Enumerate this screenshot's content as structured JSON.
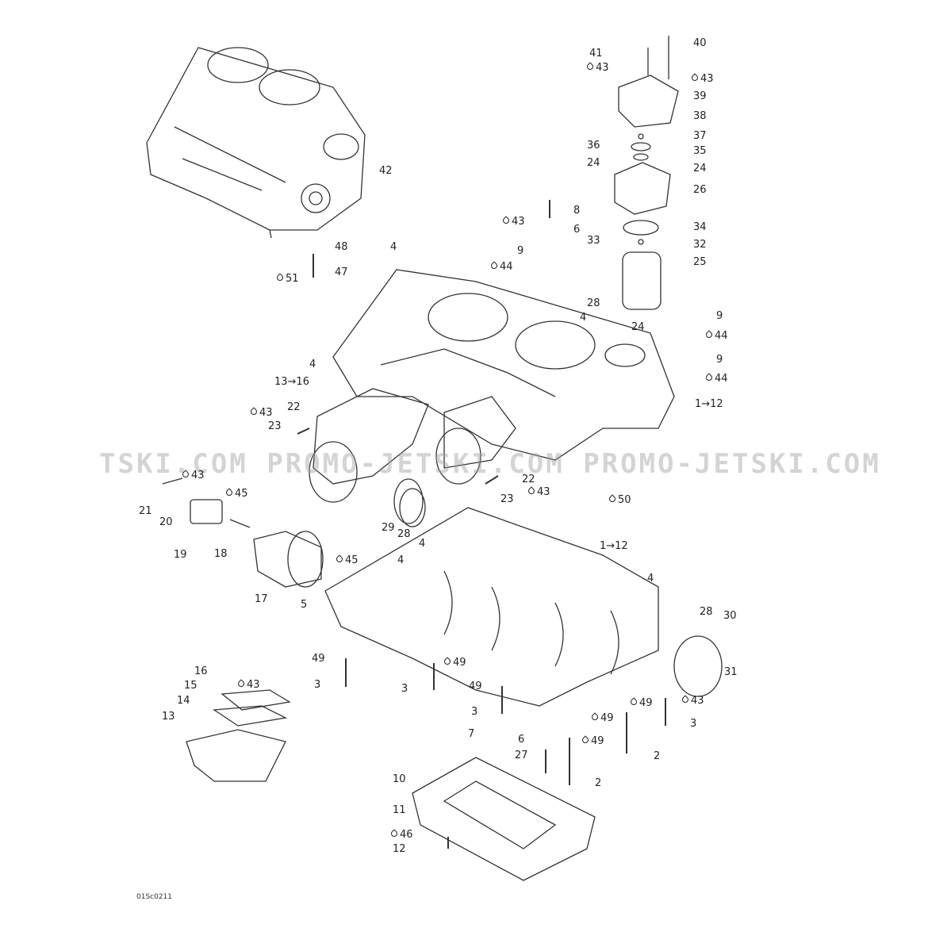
{
  "diagram_code": "01Sc0211",
  "watermark": "TSKI.COM   PROMO-JETSKI.COM  PROMO-JETSKI.COM",
  "labels": [
    {
      "t": "41"
    },
    {
      "t": "43",
      "drop": true
    },
    {
      "t": "40"
    },
    {
      "t": "43",
      "drop": true
    },
    {
      "t": "39"
    },
    {
      "t": "38"
    },
    {
      "t": "37"
    },
    {
      "t": "36"
    },
    {
      "t": "35"
    },
    {
      "t": "24"
    },
    {
      "t": "24"
    },
    {
      "t": "26"
    },
    {
      "t": "8"
    },
    {
      "t": "43",
      "drop": true
    },
    {
      "t": "6"
    },
    {
      "t": "34"
    },
    {
      "t": "33"
    },
    {
      "t": "32"
    },
    {
      "t": "25"
    },
    {
      "t": "4"
    },
    {
      "t": "9"
    },
    {
      "t": "44",
      "drop": true
    },
    {
      "t": "48"
    },
    {
      "t": "51",
      "drop": true
    },
    {
      "t": "47"
    },
    {
      "t": "28"
    },
    {
      "t": "4"
    },
    {
      "t": "24"
    },
    {
      "t": "9"
    },
    {
      "t": "44",
      "drop": true
    },
    {
      "t": "9"
    },
    {
      "t": "44",
      "drop": true
    },
    {
      "t": "4"
    },
    {
      "t": "42"
    },
    {
      "t": "13→16"
    },
    {
      "t": "1→12"
    },
    {
      "t": "43",
      "drop": true
    },
    {
      "t": "22"
    },
    {
      "t": "23"
    },
    {
      "t": "43",
      "drop": true
    },
    {
      "t": "45",
      "drop": true
    },
    {
      "t": "21"
    },
    {
      "t": "20"
    },
    {
      "t": "22"
    },
    {
      "t": "23"
    },
    {
      "t": "43",
      "drop": true
    },
    {
      "t": "50",
      "drop": true
    },
    {
      "t": "29"
    },
    {
      "t": "28"
    },
    {
      "t": "19"
    },
    {
      "t": "18"
    },
    {
      "t": "4"
    },
    {
      "t": "1→12"
    },
    {
      "t": "4"
    },
    {
      "t": "45",
      "drop": true
    },
    {
      "t": "4"
    },
    {
      "t": "17"
    },
    {
      "t": "5"
    },
    {
      "t": "28"
    },
    {
      "t": "30"
    },
    {
      "t": "49"
    },
    {
      "t": "49",
      "drop": true
    },
    {
      "t": "16"
    },
    {
      "t": "43",
      "drop": true
    },
    {
      "t": "3"
    },
    {
      "t": "3"
    },
    {
      "t": "49"
    },
    {
      "t": "15"
    },
    {
      "t": "31"
    },
    {
      "t": "14"
    },
    {
      "t": "49",
      "drop": true
    },
    {
      "t": "43",
      "drop": true
    },
    {
      "t": "3"
    },
    {
      "t": "3"
    },
    {
      "t": "49",
      "drop": true
    },
    {
      "t": "13"
    },
    {
      "t": "7"
    },
    {
      "t": "6"
    },
    {
      "t": "49",
      "drop": true
    },
    {
      "t": "27"
    },
    {
      "t": "2"
    },
    {
      "t": "2"
    },
    {
      "t": "10"
    },
    {
      "t": "11"
    },
    {
      "t": "46",
      "drop": true
    },
    {
      "t": "12"
    }
  ]
}
